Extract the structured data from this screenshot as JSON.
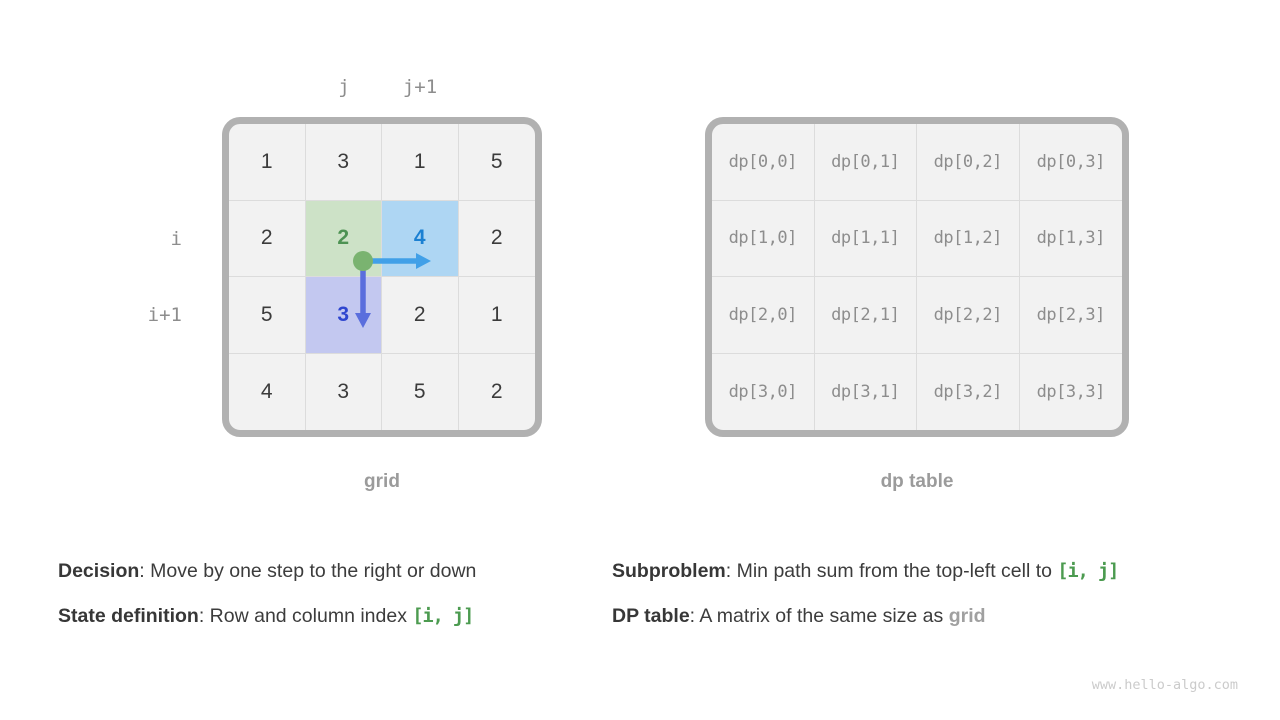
{
  "grid_panel": {
    "caption": "grid",
    "col_labels": [
      "j",
      "j+1"
    ],
    "row_labels": [
      "i",
      "i+1"
    ],
    "cells": [
      [
        "1",
        "3",
        "1",
        "5"
      ],
      [
        "2",
        "2",
        "4",
        "2"
      ],
      [
        "5",
        "3",
        "2",
        "1"
      ],
      [
        "4",
        "3",
        "5",
        "2"
      ]
    ],
    "highlights": {
      "current_cell": {
        "row": 1,
        "col": 1,
        "color": "#cde2c7",
        "text_color": "#4d9253"
      },
      "right_cell": {
        "row": 1,
        "col": 2,
        "color": "#aed6f3",
        "text_color": "#1b80d2"
      },
      "down_cell": {
        "row": 2,
        "col": 1,
        "color": "#c3c8f0",
        "text_color": "#2f46cf"
      }
    }
  },
  "dp_panel": {
    "caption": "dp table",
    "cells": [
      [
        "dp[0,0]",
        "dp[0,1]",
        "dp[0,2]",
        "dp[0,3]"
      ],
      [
        "dp[1,0]",
        "dp[1,1]",
        "dp[1,2]",
        "dp[1,3]"
      ],
      [
        "dp[2,0]",
        "dp[2,1]",
        "dp[2,2]",
        "dp[2,3]"
      ],
      [
        "dp[3,0]",
        "dp[3,1]",
        "dp[3,2]",
        "dp[3,3]"
      ]
    ]
  },
  "notes": {
    "left": [
      {
        "label": "Decision",
        "rest": ": Move by one step to the right or down",
        "code": ""
      },
      {
        "label": "State definition",
        "rest": ": Row and column index ",
        "code": "[i, j]"
      }
    ],
    "right": [
      {
        "label": "Subproblem",
        "rest": ": Min path sum from the top-left cell to ",
        "code": "[i, j]"
      },
      {
        "label": "DP table",
        "rest": ": A matrix of the same size as ",
        "code": "grid"
      }
    ]
  },
  "watermark": "www.hello-algo.com",
  "colors": {
    "cell_background": "#f2f2f2",
    "cell_divider": "#dcdcdc",
    "box_border": "#b1b1b1",
    "number_text": "#3b3b3b",
    "mono_gray": "#8d8d8d",
    "caption_gray": "#9b9b9b",
    "green_highlight_bg": "#cde2c7",
    "green_text": "#4d9253",
    "blue_highlight_bg": "#aed6f3",
    "blue_text": "#1b80d2",
    "purple_highlight_bg": "#c3c8f0",
    "purple_text": "#2f46cf",
    "dot_green": "#7ab370",
    "arrow_right_blue": "#41a0e8",
    "arrow_down_indigo": "#5a6edd",
    "code_green": "#4c9b50",
    "watermark_gray": "#cbcbcb"
  }
}
